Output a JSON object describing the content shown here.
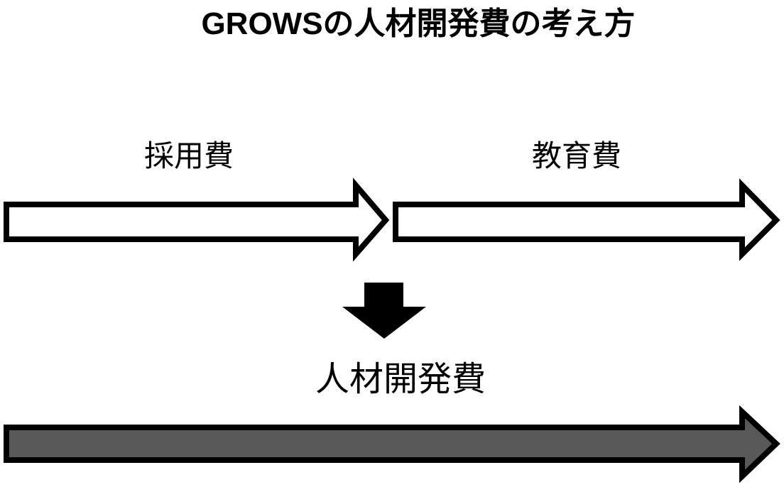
{
  "page": {
    "background_color": "#ffffff",
    "text_color": "#000000"
  },
  "title": {
    "text": "GROWSの人材開発費の考え方"
  },
  "flow": {
    "top_row": {
      "arrows": [
        {
          "label": "採用費",
          "fill": "#ffffff",
          "outline": "#000000",
          "direction": "right"
        },
        {
          "label": "教育費",
          "fill": "#ffffff",
          "outline": "#000000",
          "direction": "right"
        }
      ]
    },
    "transform_arrow": {
      "fill": "#000000",
      "direction": "down"
    },
    "bottom_arrow": {
      "label": "人材開発費",
      "fill": "#595959",
      "outline": "#000000",
      "direction": "right"
    }
  }
}
